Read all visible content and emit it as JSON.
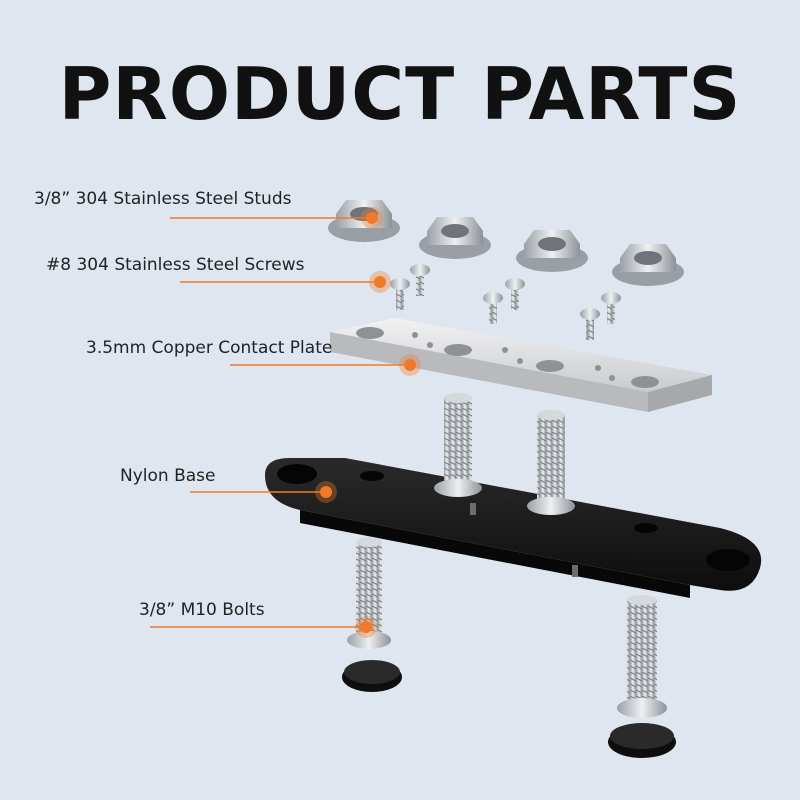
{
  "title": "PRODUCT PARTS",
  "parts": [
    {
      "label": "3/8” 304 Stainless Steel Studs"
    },
    {
      "label": "#8 304 Stainless Steel Screws"
    },
    {
      "label": "3.5mm Copper Contact Plate"
    },
    {
      "label": "Nylon Base"
    },
    {
      "label": "3/8” M10 Bolts"
    }
  ],
  "colors": {
    "background": "#dfe6f0",
    "accent": "#f07a28",
    "base": "#1c1c1c",
    "steel": "#c9ccd0",
    "plate": "#e4e5e7"
  }
}
